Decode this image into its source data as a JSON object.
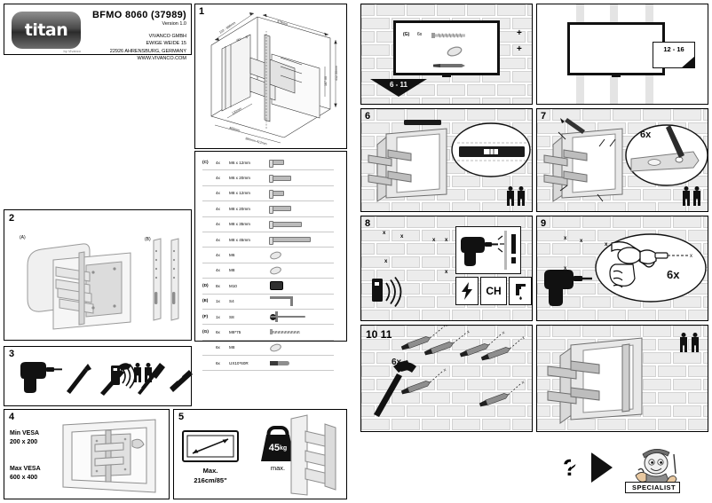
{
  "header": {
    "brand": "titan",
    "brand_sub": "by Vivanco",
    "model": "BFMO 8060 (37989)",
    "version": "Version 1.0",
    "company": "VIVANCO GMBH",
    "street": "EWIGE WEIDE 15",
    "city": "22926 AHRENSBURG, GERMANY",
    "web": "WWW.VIVANCO.COM"
  },
  "panels": {
    "p1": "1",
    "p2": "2",
    "p3": "3",
    "p4": "4",
    "p5": "5",
    "p6": "6",
    "p7": "7",
    "p8": "8",
    "p9": "9",
    "p1011": "10 11"
  },
  "dimensions": {
    "d_depth_range": "102 - 688mm",
    "d_width": "579mm",
    "d_height_inner": "187.00",
    "d_height_outer": "412.50mm",
    "d_bottom_small": "130mm",
    "d_bottom_wide": "465mm",
    "d_vertical": "380mm-412mm",
    "d_angle": "-90° ~ -5°"
  },
  "parts_table": {
    "rows": [
      {
        "group": "(C)",
        "qty": "4x",
        "desc": "M6 x 12mm",
        "icon": "bolt-short"
      },
      {
        "group": "",
        "qty": "4x",
        "desc": "M6 x 20mm",
        "icon": "bolt-medium"
      },
      {
        "group": "",
        "qty": "4x",
        "desc": "M8 x 12mm",
        "icon": "bolt-short"
      },
      {
        "group": "",
        "qty": "4x",
        "desc": "M8 x 20mm",
        "icon": "bolt-medium"
      },
      {
        "group": "",
        "qty": "4x",
        "desc": "M8 x 35mm",
        "icon": "bolt-long"
      },
      {
        "group": "",
        "qty": "4x",
        "desc": "M8 x 45mm",
        "icon": "bolt-xlong"
      },
      {
        "group": "",
        "qty": "4x",
        "desc": "M6",
        "icon": "washer-icon"
      },
      {
        "group": "",
        "qty": "4x",
        "desc": "M8",
        "icon": "washer-icon"
      },
      {
        "group": "(D)",
        "qty": "8x",
        "desc": "M10",
        "icon": "spacer-icon"
      },
      {
        "group": "(E)",
        "qty": "1x",
        "desc": "S4",
        "icon": "allen-key-icon"
      },
      {
        "group": "(F)",
        "qty": "1x",
        "desc": "S8",
        "icon": "t-key-icon"
      },
      {
        "group": "(G)",
        "qty": "6x",
        "desc": "M8*75",
        "icon": "wood-screw-icon"
      },
      {
        "group": "",
        "qty": "6x",
        "desc": "M8",
        "icon": "washer-icon"
      },
      {
        "group": "",
        "qty": "6x",
        "desc": "UX10*60R",
        "icon": "wall-anchor-icon"
      }
    ]
  },
  "panel2": {
    "label_a": "(A)",
    "label_b": "(B)"
  },
  "panel3": {
    "tools": [
      "drill-icon",
      "pencil-icon",
      "hammer-icon",
      "screwdriver-icon",
      "spirit-level-icon",
      "detector-icon",
      "pencil-icon"
    ],
    "persons": "2"
  },
  "panel4": {
    "min_label": "Min VESA",
    "min_value": "200 x 200",
    "max_label": "Max VESA",
    "max_value": "600 x 400"
  },
  "panel5": {
    "screen_max_label": "Max.",
    "screen_max_value": "216cm/85\"",
    "weight_value": "45",
    "weight_unit": "kg",
    "weight_caption": "max."
  },
  "wallbox": {
    "group": "(G)",
    "qty": "6x",
    "plus": "+",
    "step_range": "6 - 11"
  },
  "studbox": {
    "step_range": "12 - 16"
  },
  "step7": {
    "count": "6x"
  },
  "step8": {
    "marks": [
      "x",
      "x",
      "x",
      "x",
      "x",
      "x"
    ],
    "warn": "!",
    "icon_electric": "electricity-icon",
    "icon_ch": "CH",
    "icon_water": "water-tap-icon"
  },
  "step9": {
    "count": "6x",
    "marks": [
      "x",
      "x",
      "x",
      "x",
      "x",
      "x"
    ]
  },
  "step1011": {
    "count": "6x"
  },
  "footer": {
    "question": "?",
    "arrow": "play-arrow-icon",
    "specialist": "SPECIALIST"
  }
}
